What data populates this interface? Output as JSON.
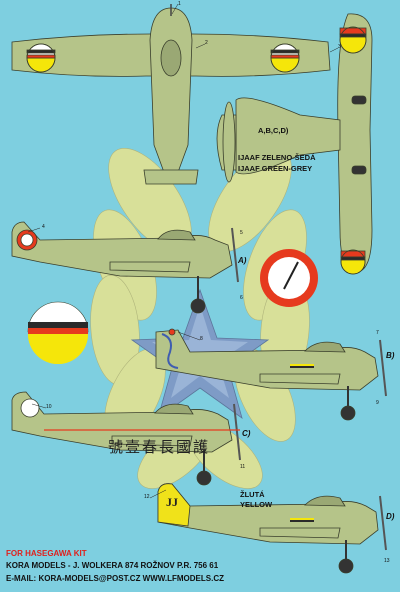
{
  "labels": {
    "color_cz": "IJAAF ZELENO-ŠEDÁ",
    "color_en": "IJAAF GREEN-GREY",
    "versions_top": "A,B,C,D)",
    "yellow_cz": "ŽLUTÁ",
    "yellow_en": "YELLOW",
    "version_a": "A)",
    "version_b": "B)",
    "version_c": "C)",
    "version_d": "D)"
  },
  "aircraft_c_inscription": "號壹春長國護",
  "footer": {
    "kit": "FOR HASEGAWA KIT",
    "address": "KORA MODELS -  J. WOLKERA 874 ROŽNOV P.R. 756 61",
    "contact": "E-MAIL: KORA-MODELS@POST.CZ   WWW.LFMODELS.CZ"
  },
  "callout_numbers": [
    "1",
    "2",
    "3",
    "4",
    "5",
    "6",
    "7",
    "8",
    "9",
    "10",
    "11",
    "12",
    "13"
  ],
  "colors": {
    "background": "#7ecfe0",
    "aircraft_green_grey": "#b5c489",
    "aircraft_outline": "#3a3f2c",
    "emblem_yellow": "#e6e08a",
    "roundel_red": "#e63a1e",
    "roundel_yellow": "#f5e60a",
    "yellow_tail": "#f0e21a",
    "footer_red": "#e0201c",
    "star_blue": "#6f84b9"
  }
}
